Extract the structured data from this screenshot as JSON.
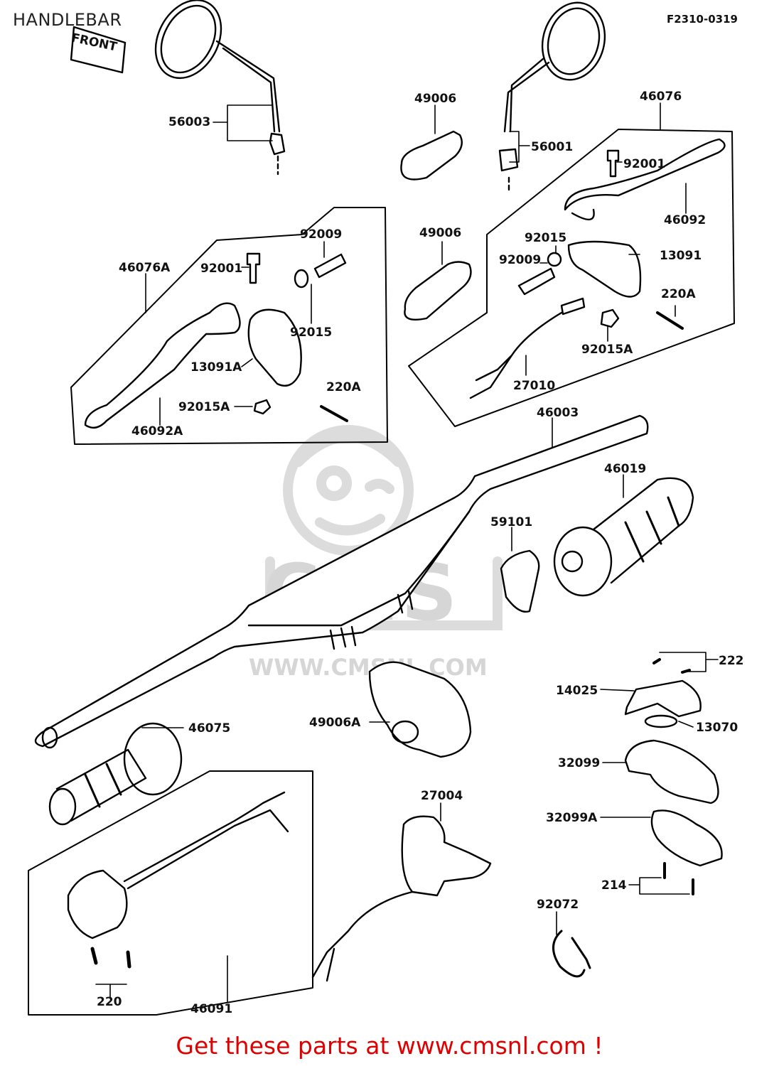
{
  "header": {
    "title": "HANDLEBAR",
    "diagram_code": "F2310-0319"
  },
  "front_marker": "FRONT",
  "watermark": {
    "logo_text": "CMS",
    "url": "WWW.CMSNL.COM"
  },
  "part_labels": {
    "p56003": "56003",
    "p49006_top": "49006",
    "p56001": "56001",
    "p46076": "46076",
    "p92001_r": "92001",
    "p46092": "46092",
    "p92009_l": "92009",
    "p46076A": "46076A",
    "p92001_l": "92001",
    "p92015_l": "92015",
    "p13091A": "13091A",
    "p220A_l": "220A",
    "p92015A_l": "92015A",
    "p46092A": "46092A",
    "p49006_mid": "49006",
    "p92015_r": "92015",
    "p92009_r": "92009",
    "p13091": "13091",
    "p220A_r": "220A",
    "p92015A_r": "92015A",
    "p27010": "27010",
    "p46003": "46003",
    "p46019": "46019",
    "p59101": "59101",
    "p222": "222",
    "p14025": "14025",
    "p13070": "13070",
    "p49006A": "49006A",
    "p46075": "46075",
    "p32099": "32099",
    "p27004": "27004",
    "p32099A": "32099A",
    "p214": "214",
    "p92072": "92072",
    "p220": "220",
    "p46091": "46091"
  },
  "footer": {
    "cta": "Get these parts at www.cmsnl.com !"
  }
}
